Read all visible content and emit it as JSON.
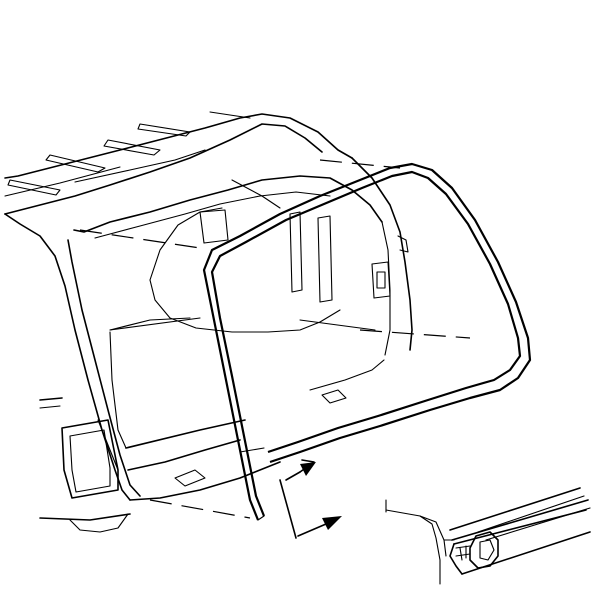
{
  "colors": {
    "line": "#000000",
    "background": "#ffffff"
  },
  "figure": {
    "subject": "vehicle-rear-liftgate-opening",
    "parts": [
      "liftgate-weatherstrip",
      "weatherstrip-cross-section",
      "installation-direction-arrows"
    ]
  }
}
